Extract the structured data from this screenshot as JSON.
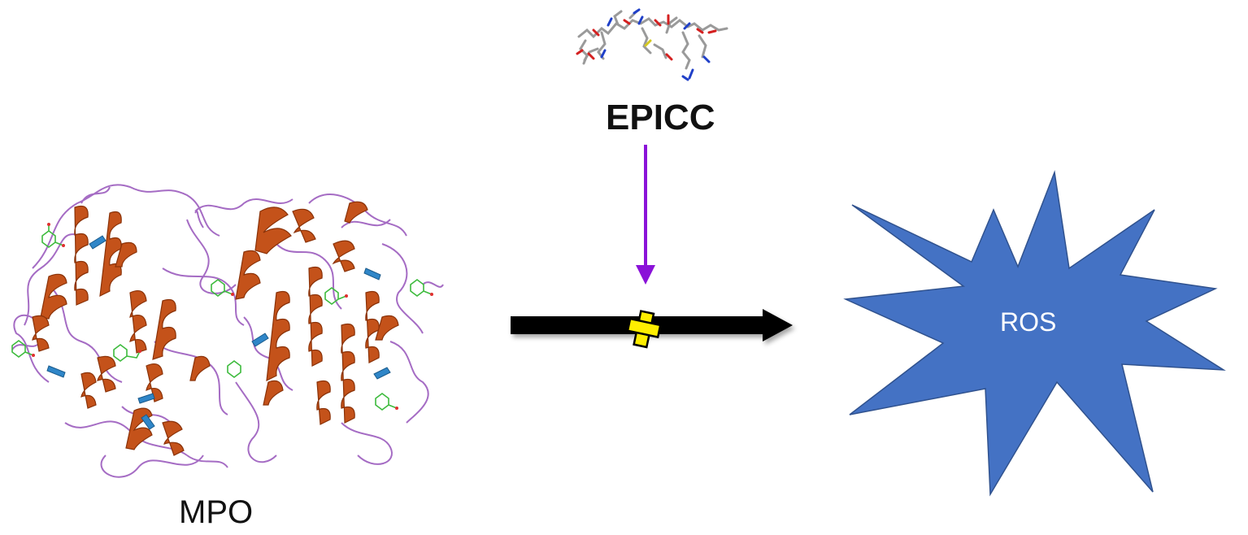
{
  "nodes": {
    "protein": {
      "label": "MPO",
      "color": "#c4521a"
    },
    "peptide": {
      "label": "EPICC"
    },
    "product": {
      "label": "ROS",
      "color": "#4472c4"
    }
  },
  "edges": {
    "inhibition_arrow": {
      "color": "#8a12d8"
    },
    "reaction_arrow": {
      "color": "#000000"
    },
    "block_mark": {
      "color": "#ffee00"
    }
  }
}
